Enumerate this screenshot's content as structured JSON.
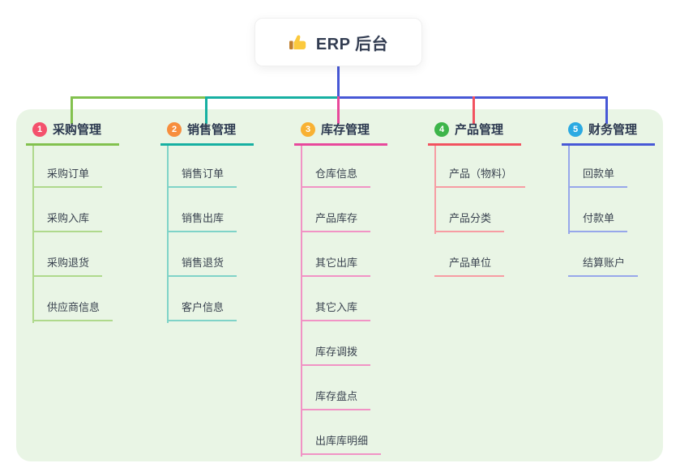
{
  "root": {
    "title": "ERP 后台",
    "icon": "thumbs-up-icon"
  },
  "branches": [
    {
      "number": "1",
      "title": "采购管理",
      "color": "#82C14E",
      "light_color": "#AFD98C",
      "badge_color": "#F4516C",
      "children": [
        "采购订单",
        "采购入库",
        "采购退货",
        "供应商信息"
      ]
    },
    {
      "number": "2",
      "title": "销售管理",
      "color": "#16B0A2",
      "light_color": "#7FD3C8",
      "badge_color": "#F78E3D",
      "children": [
        "销售订单",
        "销售出库",
        "销售退货",
        "客户信息"
      ]
    },
    {
      "number": "3",
      "title": "库存管理",
      "color": "#E8489B",
      "light_color": "#F193C5",
      "badge_color": "#F8B133",
      "children": [
        "仓库信息",
        "产品库存",
        "其它出库",
        "其它入库",
        "库存调拨",
        "库存盘点",
        "出库库明细"
      ]
    },
    {
      "number": "4",
      "title": "产品管理",
      "color": "#F2525F",
      "light_color": "#F79CA3",
      "badge_color": "#3DB54A",
      "children": [
        "产品（物料）",
        "产品分类",
        "产品单位"
      ]
    },
    {
      "number": "5",
      "title": "财务管理",
      "color": "#4758D6",
      "light_color": "#97A7EA",
      "badge_color": "#2BAAE2",
      "children": [
        "回款单",
        "付款单",
        "结算账户"
      ]
    }
  ],
  "colors": {
    "panel_background": "#E9F5E5",
    "root_connector": "#4758D6",
    "card_background": "#FFFFFF",
    "title_text": "#2C3950",
    "child_text": "#3A4350"
  }
}
